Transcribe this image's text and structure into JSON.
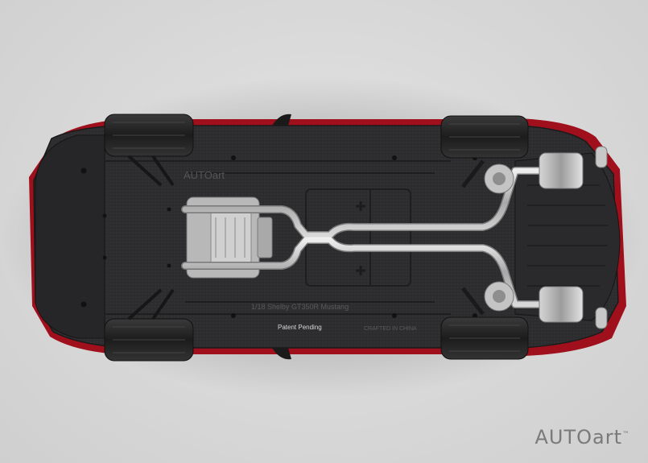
{
  "image": {
    "subject": "",
    "colors": {
      "background": "#dcdcdc",
      "floor_pan": "#2c2c2e",
      "tire": "#262626",
      "body_red": "#b01020",
      "exhaust": "#bdbdbd"
    }
  },
  "chassis_text": {
    "model_plate": "1/18 Shelby GT350R Mustang",
    "patent": "Patent Pending",
    "crafted": "CRAFTED IN CHINA",
    "maker_mark": "AUTOart"
  },
  "watermark": {
    "brand": "AUTOart",
    "trademark": "™"
  }
}
